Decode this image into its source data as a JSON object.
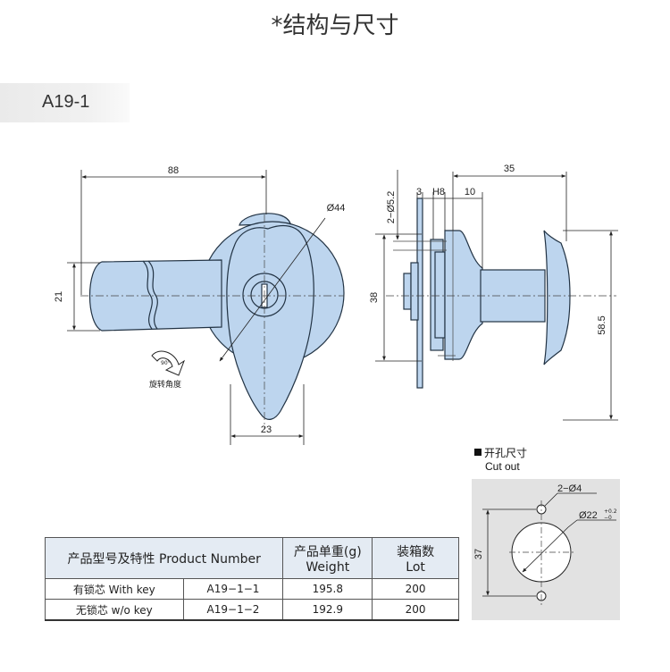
{
  "title": "*结构与尺寸",
  "model": "A19-1",
  "front_view": {
    "dim_width": "88",
    "dim_height": "21",
    "dim_diameter": "Ø44",
    "dim_bottom": "23",
    "rotation_label": "旋转角度",
    "rotation_angle": "90°"
  },
  "side_view": {
    "dim_total": "35",
    "dim_holes": "2−Ø5.2",
    "dim_thickness": "3",
    "dim_h8": "H8",
    "dim_10": "10",
    "dim_38": "38",
    "dim_height": "58.5"
  },
  "cutout": {
    "heading_cn": "开孔尺寸",
    "heading_en": "Cut out",
    "holes": "2−Ø4",
    "main_hole": "Ø22",
    "tol_plus": "+0.2",
    "tol_minus": "−0",
    "height": "37"
  },
  "table": {
    "headers": {
      "product": "产品型号及特性 Product Number",
      "weight_cn": "产品单重(g)",
      "weight_en": "Weight",
      "lot_cn": "装箱数",
      "lot_en": "Lot"
    },
    "rows": [
      {
        "feature": "有锁芯 With key",
        "number": "A19−1−1",
        "weight": "195.8",
        "lot": "200"
      },
      {
        "feature": "无锁芯 w/o key",
        "number": "A19−1−2",
        "weight": "192.9",
        "lot": "200"
      }
    ]
  },
  "colors": {
    "part_fill": "#bdd5ee",
    "part_stroke": "#223344",
    "header_fill": "#e4ebf3",
    "cutout_bg": "#e2e2e2"
  }
}
